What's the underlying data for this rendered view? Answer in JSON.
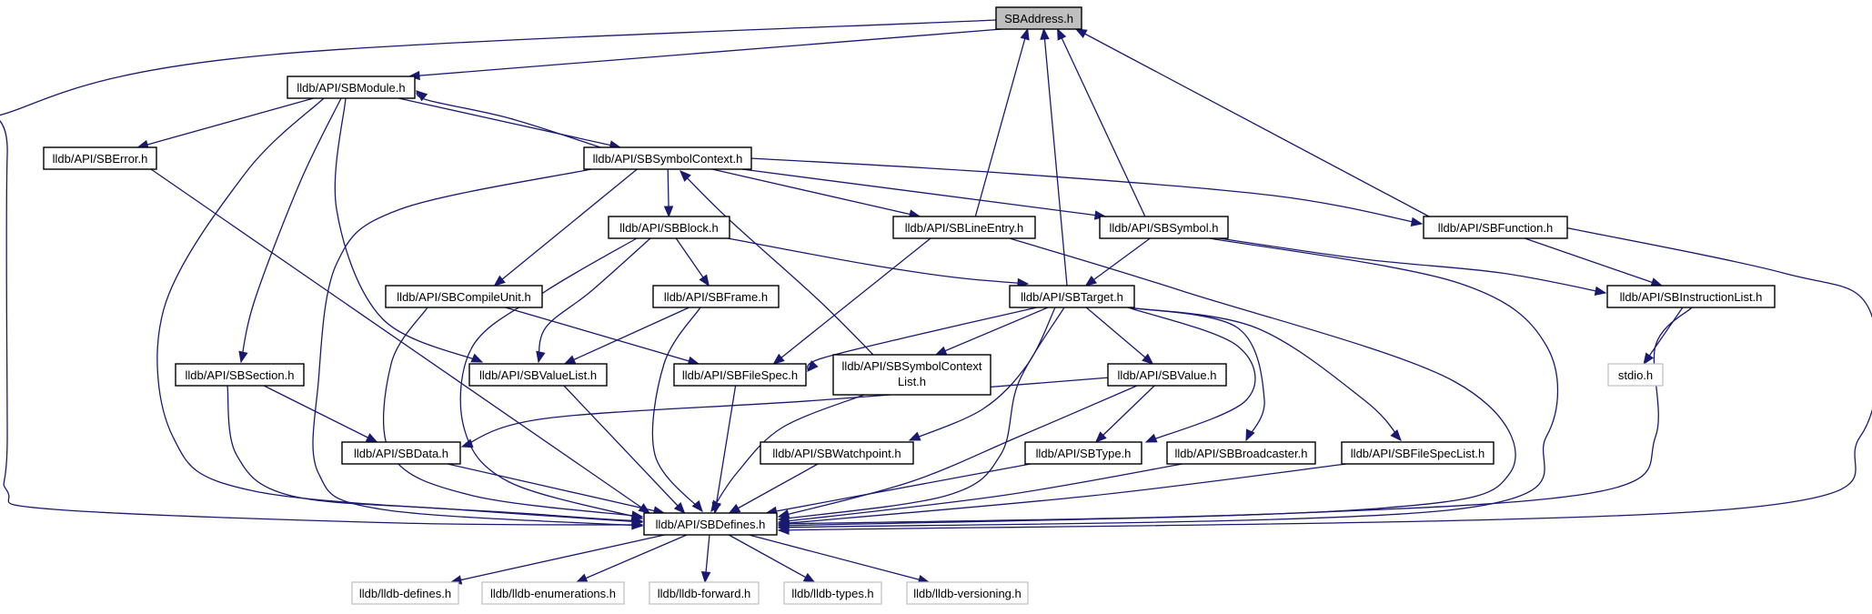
{
  "title": "SBAddress.h",
  "colors": {
    "edge": "#191970",
    "root_fill": "#bfbfbf",
    "node_border": "#000000",
    "external_border": "#bfbfbf"
  },
  "nodes": [
    {
      "id": "sbaddress",
      "label": "SBAddress.h",
      "kind": "root"
    },
    {
      "id": "sbmodule",
      "label": "lldb/API/SBModule.h",
      "kind": "doc"
    },
    {
      "id": "sberror",
      "label": "lldb/API/SBError.h",
      "kind": "doc"
    },
    {
      "id": "sbsymbolcontext",
      "label": "lldb/API/SBSymbolContext.h",
      "kind": "doc"
    },
    {
      "id": "sbblock",
      "label": "lldb/API/SBBlock.h",
      "kind": "doc"
    },
    {
      "id": "sblineentry",
      "label": "lldb/API/SBLineEntry.h",
      "kind": "doc"
    },
    {
      "id": "sbsymbol",
      "label": "lldb/API/SBSymbol.h",
      "kind": "doc"
    },
    {
      "id": "sbfunction",
      "label": "lldb/API/SBFunction.h",
      "kind": "doc"
    },
    {
      "id": "sbcompileunit",
      "label": "lldb/API/SBCompileUnit.h",
      "kind": "doc"
    },
    {
      "id": "sbframe",
      "label": "lldb/API/SBFrame.h",
      "kind": "doc"
    },
    {
      "id": "sbtarget",
      "label": "lldb/API/SBTarget.h",
      "kind": "doc"
    },
    {
      "id": "sbinstructionlist",
      "label": "lldb/API/SBInstructionList.h",
      "kind": "doc"
    },
    {
      "id": "sbsection",
      "label": "lldb/API/SBSection.h",
      "kind": "doc"
    },
    {
      "id": "sbvaluelist",
      "label": "lldb/API/SBValueList.h",
      "kind": "doc"
    },
    {
      "id": "sbfilespec",
      "label": "lldb/API/SBFileSpec.h",
      "kind": "doc"
    },
    {
      "id": "sbsymbolcontextlist",
      "label": "lldb/API/SBSymbolContext",
      "label2": "List.h",
      "kind": "doc"
    },
    {
      "id": "sbvalue",
      "label": "lldb/API/SBValue.h",
      "kind": "doc"
    },
    {
      "id": "stdio",
      "label": "stdio.h",
      "kind": "ext"
    },
    {
      "id": "sbdata",
      "label": "lldb/API/SBData.h",
      "kind": "doc"
    },
    {
      "id": "sbwatchpoint",
      "label": "lldb/API/SBWatchpoint.h",
      "kind": "doc"
    },
    {
      "id": "sbtype",
      "label": "lldb/API/SBType.h",
      "kind": "doc"
    },
    {
      "id": "sbbroadcaster",
      "label": "lldb/API/SBBroadcaster.h",
      "kind": "doc"
    },
    {
      "id": "sbfilespeclist",
      "label": "lldb/API/SBFileSpecList.h",
      "kind": "doc"
    },
    {
      "id": "sbdefines",
      "label": "lldb/API/SBDefines.h",
      "kind": "doc"
    },
    {
      "id": "lldbdefines",
      "label": "lldb/lldb-defines.h",
      "kind": "ext"
    },
    {
      "id": "lldbenumerations",
      "label": "lldb/lldb-enumerations.h",
      "kind": "ext"
    },
    {
      "id": "lldbforward",
      "label": "lldb/lldb-forward.h",
      "kind": "ext"
    },
    {
      "id": "lldbtypes",
      "label": "lldb/lldb-types.h",
      "kind": "ext"
    },
    {
      "id": "lldbversioning",
      "label": "lldb/lldb-versioning.h",
      "kind": "ext"
    }
  ],
  "edges": [
    {
      "from": "sbaddress",
      "to": "sbmodule"
    },
    {
      "from": "sbaddress",
      "to": "sbdefines"
    },
    {
      "from": "sbmodule",
      "to": "sberror"
    },
    {
      "from": "sbmodule",
      "to": "sbsymbolcontext"
    },
    {
      "from": "sbsymbolcontext",
      "to": "sbmodule"
    },
    {
      "from": "sbmodule",
      "to": "sbsection"
    },
    {
      "from": "sbmodule",
      "to": "sbvaluelist"
    },
    {
      "from": "sbmodule",
      "to": "sbdefines"
    },
    {
      "from": "sberror",
      "to": "sbdefines"
    },
    {
      "from": "sbsymbolcontext",
      "to": "sbblock"
    },
    {
      "from": "sbsymbolcontext",
      "to": "sblineentry"
    },
    {
      "from": "sbsymbolcontext",
      "to": "sbsymbol"
    },
    {
      "from": "sbsymbolcontext",
      "to": "sbfunction"
    },
    {
      "from": "sbsymbolcontext",
      "to": "sbcompileunit"
    },
    {
      "from": "sbsymbolcontext",
      "to": "sbdefines"
    },
    {
      "from": "sblineentry",
      "to": "sbaddress"
    },
    {
      "from": "sbsymbol",
      "to": "sbaddress"
    },
    {
      "from": "sbtarget",
      "to": "sbaddress"
    },
    {
      "from": "sbfunction",
      "to": "sbaddress"
    },
    {
      "from": "sbsymbolcontextlist",
      "to": "sbsymbolcontext"
    },
    {
      "from": "sbblock",
      "to": "sbframe"
    },
    {
      "from": "sbblock",
      "to": "sbtarget"
    },
    {
      "from": "sbblock",
      "to": "sbvaluelist"
    },
    {
      "from": "sbblock",
      "to": "sbdefines"
    },
    {
      "from": "sblineentry",
      "to": "sbfilespec"
    },
    {
      "from": "sblineentry",
      "to": "sbdefines"
    },
    {
      "from": "sbsymbol",
      "to": "sbtarget"
    },
    {
      "from": "sbsymbol",
      "to": "sbinstructionlist"
    },
    {
      "from": "sbsymbol",
      "to": "sbdefines"
    },
    {
      "from": "sbfunction",
      "to": "sbinstructionlist"
    },
    {
      "from": "sbfunction",
      "to": "sbdefines"
    },
    {
      "from": "sbcompileunit",
      "to": "sbfilespec"
    },
    {
      "from": "sbcompileunit",
      "to": "sbdefines"
    },
    {
      "from": "sbframe",
      "to": "sbvaluelist"
    },
    {
      "from": "sbframe",
      "to": "sbdefines"
    },
    {
      "from": "sbtarget",
      "to": "sbfilespec"
    },
    {
      "from": "sbtarget",
      "to": "sbsymbolcontextlist"
    },
    {
      "from": "sbtarget",
      "to": "sbvalue"
    },
    {
      "from": "sbtarget",
      "to": "sbwatchpoint"
    },
    {
      "from": "sbtarget",
      "to": "sbtype"
    },
    {
      "from": "sbtarget",
      "to": "sbbroadcaster"
    },
    {
      "from": "sbtarget",
      "to": "sbfilespeclist"
    },
    {
      "from": "sbtarget",
      "to": "sbdefines"
    },
    {
      "from": "sbinstructionlist",
      "to": "stdio"
    },
    {
      "from": "sbinstructionlist",
      "to": "sbdefines"
    },
    {
      "from": "sbsection",
      "to": "sbdata"
    },
    {
      "from": "sbsection",
      "to": "sbdefines"
    },
    {
      "from": "sbvaluelist",
      "to": "sbdefines"
    },
    {
      "from": "sbfilespec",
      "to": "sbdefines"
    },
    {
      "from": "sbsymbolcontextlist",
      "to": "sbdefines"
    },
    {
      "from": "sbvalue",
      "to": "sbdata"
    },
    {
      "from": "sbvalue",
      "to": "sbtype"
    },
    {
      "from": "sbvalue",
      "to": "sbdefines"
    },
    {
      "from": "sbdata",
      "to": "sbdefines"
    },
    {
      "from": "sbwatchpoint",
      "to": "sbdefines"
    },
    {
      "from": "sbtype",
      "to": "sbdefines"
    },
    {
      "from": "sbbroadcaster",
      "to": "sbdefines"
    },
    {
      "from": "sbfilespeclist",
      "to": "sbdefines"
    },
    {
      "from": "sbdefines",
      "to": "lldbdefines"
    },
    {
      "from": "sbdefines",
      "to": "lldbenumerations"
    },
    {
      "from": "sbdefines",
      "to": "lldbforward"
    },
    {
      "from": "sbdefines",
      "to": "lldbtypes"
    },
    {
      "from": "sbdefines",
      "to": "lldbversioning"
    }
  ]
}
